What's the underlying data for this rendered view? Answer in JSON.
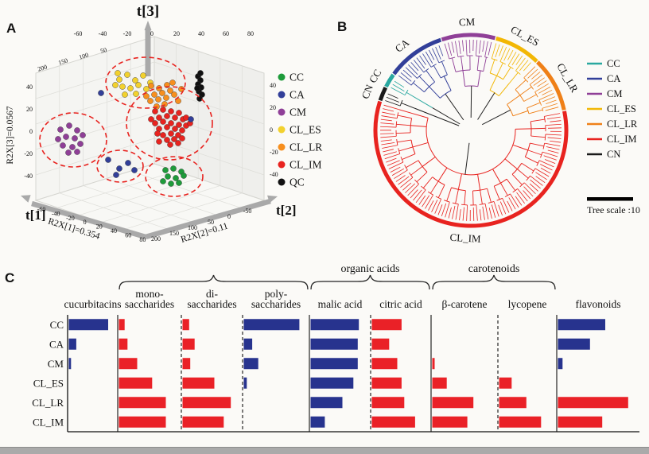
{
  "panels": {
    "a": "A",
    "b": "B",
    "c": "C"
  },
  "chart_data": [
    {
      "id": "pca-score-plot",
      "type": "scatter",
      "axis_labels": {
        "t3": "t[3]",
        "t1": "t[1]",
        "t2": "t[2]",
        "r2x3": "R2X[3]=0.0567",
        "r2x1": "R2X[1]=0.354",
        "r2x2": "R2X[2]=0.11"
      },
      "ticks": {
        "upper_left": [
          "200",
          "150",
          "100",
          "50"
        ],
        "top": [
          "-60",
          "-40",
          "-20",
          "0",
          "20",
          "40",
          "60",
          "80"
        ],
        "left": [
          "40",
          "20",
          "0",
          "-20",
          "-40"
        ],
        "right": [
          "40",
          "20",
          "0",
          "-20",
          "-40"
        ],
        "bottom_left": [
          "-60",
          "-40",
          "-20",
          "0",
          "20",
          "40",
          "60",
          "80"
        ],
        "bottom_right": [
          "200",
          "150",
          "100",
          "50",
          "0",
          "-50"
        ]
      },
      "legend": [
        {
          "label": "CC",
          "color": "#1e9b3a"
        },
        {
          "label": "CA",
          "color": "#323f99"
        },
        {
          "label": "CM",
          "color": "#8f3f97"
        },
        {
          "label": "CL_ES",
          "color": "#f2d12e"
        },
        {
          "label": "CL_LR",
          "color": "#f78f1e"
        },
        {
          "label": "CL_IM",
          "color": "#e8231f"
        },
        {
          "label": "QC",
          "color": "#111111"
        }
      ],
      "series": [
        {
          "name": "CL_ES",
          "color": "#f2d12e",
          "points": [
            [
              150,
              100
            ],
            [
              160,
              94
            ],
            [
              170,
              101
            ],
            [
              154,
              109
            ],
            [
              164,
              111
            ],
            [
              174,
              107
            ],
            [
              180,
              95
            ],
            [
              145,
              107
            ],
            [
              184,
              112
            ],
            [
              171,
              118
            ],
            [
              157,
              119
            ],
            [
              189,
              104
            ],
            [
              148,
              92
            ]
          ]
        },
        {
          "name": "CL_LR",
          "color": "#f78f1e",
          "points": [
            [
              190,
              108
            ],
            [
              200,
              111
            ],
            [
              210,
              107
            ],
            [
              194,
              119
            ],
            [
              204,
              117
            ],
            [
              214,
              114
            ],
            [
              189,
              127
            ],
            [
              199,
              125
            ],
            [
              209,
              123
            ],
            [
              219,
              119
            ],
            [
              197,
              134
            ],
            [
              207,
              131
            ],
            [
              224,
              127
            ],
            [
              184,
              121
            ],
            [
              217,
              104
            ],
            [
              228,
              112
            ]
          ]
        },
        {
          "name": "CL_IM",
          "color": "#e8231f",
          "points": [
            [
              195,
              140
            ],
            [
              205,
              138
            ],
            [
              215,
              140
            ],
            [
              225,
              142
            ],
            [
              200,
              148
            ],
            [
              210,
              146
            ],
            [
              220,
              148
            ],
            [
              230,
              150
            ],
            [
              195,
              155
            ],
            [
              205,
              153
            ],
            [
              215,
              155
            ],
            [
              225,
              157
            ],
            [
              234,
              158
            ],
            [
              200,
              162
            ],
            [
              210,
              160
            ],
            [
              220,
              162
            ],
            [
              229,
              164
            ],
            [
              205,
              170
            ],
            [
              215,
              168
            ],
            [
              224,
              170
            ],
            [
              210,
              176
            ],
            [
              219,
              175
            ],
            [
              229,
              174
            ],
            [
              214,
              182
            ],
            [
              224,
              180
            ],
            [
              200,
              178
            ],
            [
              234,
              148
            ],
            [
              239,
              155
            ],
            [
              190,
              150
            ],
            [
              198,
              168
            ]
          ]
        },
        {
          "name": "CM",
          "color": "#8f3f97",
          "points": [
            [
              76,
              163
            ],
            [
              87,
              158
            ],
            [
              97,
              164
            ],
            [
              83,
              172
            ],
            [
              94,
              174
            ],
            [
              104,
              170
            ],
            [
              79,
              183
            ],
            [
              91,
              185
            ],
            [
              101,
              181
            ],
            [
              86,
              192
            ],
            [
              97,
              191
            ],
            [
              73,
              175
            ]
          ]
        },
        {
          "name": "CA",
          "color": "#323f99",
          "points": [
            [
              136,
              201
            ],
            [
              150,
              212
            ],
            [
              161,
              205
            ],
            [
              146,
              220
            ],
            [
              240,
              150
            ],
            [
              127,
              117
            ],
            [
              169,
              214
            ]
          ]
        },
        {
          "name": "CC",
          "color": "#1e9b3a",
          "points": [
            [
              208,
              214
            ],
            [
              218,
              212
            ],
            [
              228,
              216
            ],
            [
              211,
              222
            ],
            [
              221,
              224
            ],
            [
              231,
              221
            ],
            [
              215,
              231
            ],
            [
              225,
              230
            ],
            [
              205,
              228
            ]
          ]
        },
        {
          "name": "QC",
          "color": "#111111",
          "points": [
            [
              249,
              96
            ],
            [
              252,
              101
            ],
            [
              249,
              106
            ],
            [
              253,
              110
            ],
            [
              250,
              115
            ],
            [
              254,
              119
            ],
            [
              251,
              124
            ],
            [
              248,
              111
            ],
            [
              252,
              92
            ]
          ]
        }
      ],
      "cluster_ellipses": [
        {
          "cx": 92,
          "cy": 176,
          "rx": 42,
          "ry": 34
        },
        {
          "cx": 183,
          "cy": 104,
          "rx": 50,
          "ry": 32
        },
        {
          "cx": 213,
          "cy": 155,
          "rx": 54,
          "ry": 46
        },
        {
          "cx": 151,
          "cy": 209,
          "rx": 29,
          "ry": 20
        },
        {
          "cx": 219,
          "cy": 222,
          "rx": 36,
          "ry": 25
        }
      ]
    },
    {
      "id": "hierarchical-clustering-tree",
      "type": "circular-dendrogram",
      "sectors": [
        {
          "name": "CM",
          "color": "#8f3f97",
          "start": -18,
          "end": 15,
          "label_angle": -2
        },
        {
          "name": "CL_ES",
          "color": "#f2b705",
          "start": 15,
          "end": 44,
          "label_angle": 29
        },
        {
          "name": "CL_LR",
          "color": "#ef8018",
          "start": 44,
          "end": 78,
          "label_angle": 60
        },
        {
          "name": "CL_IM",
          "color": "#e8231f",
          "start": 78,
          "end": 288,
          "label_angle": 183
        },
        {
          "name": "CN",
          "color": "#1a1a1a",
          "start": 288,
          "end": 297,
          "label_angle": 292
        },
        {
          "name": "CC",
          "color": "#2aa8a0",
          "start": 297,
          "end": 306,
          "label_angle": 301
        },
        {
          "name": "CA",
          "color": "#323f99",
          "start": 306,
          "end": 342,
          "label_angle": 322
        }
      ],
      "legend": [
        {
          "label": "CC",
          "color": "#2aa8a0"
        },
        {
          "label": "CA",
          "color": "#323f99"
        },
        {
          "label": "CM",
          "color": "#8f3f97"
        },
        {
          "label": "CL_ES",
          "color": "#f2b705"
        },
        {
          "label": "CL_LR",
          "color": "#ef8018"
        },
        {
          "label": "CL_IM",
          "color": "#e8231f"
        },
        {
          "label": "CN",
          "color": "#1a1a1a"
        }
      ],
      "scale_bar_label": "Tree scale :10"
    },
    {
      "id": "metabolite-abundance",
      "type": "bar",
      "orientation": "horizontal",
      "rows": [
        "CC",
        "CA",
        "CM",
        "CL_ES",
        "CL_LR",
        "CL_IM"
      ],
      "palette": {
        "blue": "#27338e",
        "red": "#ea2127"
      },
      "columns": [
        {
          "header": "cucurbitacins",
          "width": 63,
          "sep_right": "solid",
          "colors": [
            "blue",
            "blue",
            "blue",
            "blue",
            "blue",
            "blue"
          ],
          "values": [
            0.9,
            0.17,
            0.05,
            0,
            0,
            0
          ]
        },
        {
          "header": "mono-\nsaccharides",
          "width": 80,
          "sep_right": "dashed",
          "colors": [
            "red",
            "red",
            "red",
            "red",
            "red",
            "red"
          ],
          "values": [
            0.1,
            0.15,
            0.32,
            0.58,
            0.82,
            0.82
          ]
        },
        {
          "header": "di-\nsaccharides",
          "width": 77,
          "sep_right": "dashed",
          "colors": [
            "red",
            "red",
            "red",
            "red",
            "red",
            "red"
          ],
          "values": [
            0.12,
            0.22,
            0.14,
            0.58,
            0.88,
            0.75
          ]
        },
        {
          "header": "poly-\nsaccharides",
          "width": 84,
          "sep_right": "solid",
          "colors": [
            "blue",
            "blue",
            "blue",
            "blue",
            "blue",
            "blue"
          ],
          "values": [
            0.92,
            0.14,
            0.24,
            0.05,
            0,
            0
          ]
        },
        {
          "header": "malic acid",
          "width": 77,
          "sep_right": "dashed",
          "colors": [
            "blue",
            "blue",
            "blue",
            "blue",
            "blue",
            "blue"
          ],
          "values": [
            0.88,
            0.86,
            0.86,
            0.78,
            0.58,
            0.26
          ]
        },
        {
          "header": "citric acid",
          "width": 76,
          "sep_right": "solid",
          "colors": [
            "red",
            "red",
            "red",
            "red",
            "red",
            "red"
          ],
          "values": [
            0.55,
            0.32,
            0.47,
            0.55,
            0.6,
            0.8
          ]
        },
        {
          "header": "β-carotene",
          "width": 84,
          "sep_right": "dashed",
          "colors": [
            "red",
            "red",
            "red",
            "red",
            "red",
            "red"
          ],
          "values": [
            0,
            0,
            0.04,
            0.24,
            0.68,
            0.58
          ]
        },
        {
          "header": "lycopene",
          "width": 74,
          "sep_right": "solid",
          "colors": [
            "red",
            "red",
            "red",
            "red",
            "red",
            "red"
          ],
          "values": [
            0,
            0,
            0,
            0.24,
            0.52,
            0.8
          ]
        },
        {
          "header": "flavonoids",
          "width": 104,
          "sep_right": "none",
          "colors": [
            "blue",
            "blue",
            "blue",
            "blue",
            "red",
            "red"
          ],
          "values": [
            0.62,
            0.42,
            0.06,
            0,
            0.92,
            0.58
          ]
        }
      ],
      "braces": [
        {
          "label": "",
          "from": 1,
          "to": 3
        },
        {
          "label": "organic acids",
          "from": 4,
          "to": 5
        },
        {
          "label": "carotenoids",
          "from": 6,
          "to": 7
        }
      ]
    }
  ]
}
